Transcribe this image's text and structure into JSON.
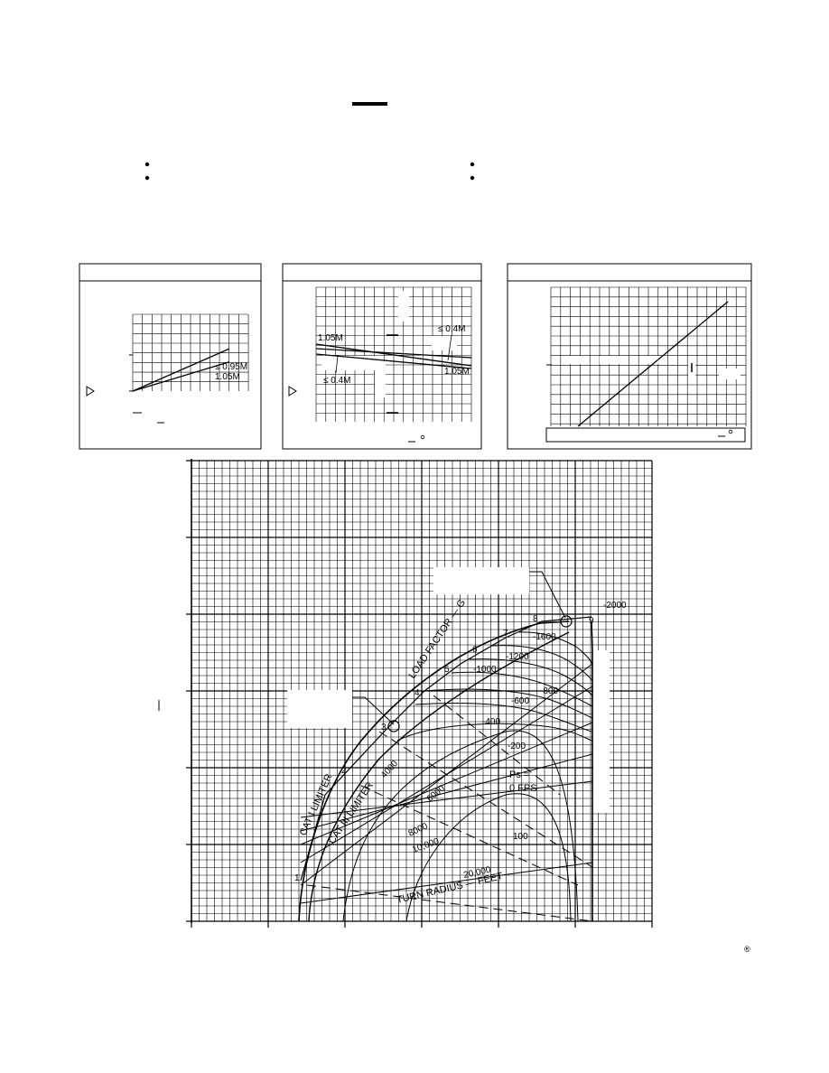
{
  "page": {
    "copyright_mark": "®"
  },
  "panel_left": {
    "labels": {
      "le95": "≤ 0.95M",
      "m105": "1.05M"
    },
    "series": [
      {
        "name": "≤ 0.95M",
        "points": [
          [
            0,
            0
          ],
          [
            10,
            0.55
          ]
        ]
      },
      {
        "name": "1.05M",
        "points": [
          [
            0,
            0
          ],
          [
            10,
            0.38
          ]
        ]
      }
    ]
  },
  "panel_mid": {
    "labels": {
      "m105_left": "1.05M",
      "le04_top": "≤ 0.4M",
      "m105_right": "1.05M",
      "le04_bot": "≤ 0.4M"
    }
  },
  "panel_right": {},
  "main_chart": {
    "chart_data": {
      "type": "line",
      "title": "",
      "x_range": [
        0,
        12
      ],
      "y_range": [
        0,
        12
      ],
      "load_factor_labels": [
        "1",
        "2",
        "3",
        "4",
        "5",
        "6",
        "7",
        "8",
        "9"
      ],
      "ps_contour_labels": [
        "-2000",
        "-1600",
        "-1200",
        "-1000",
        "-800",
        "-600",
        "-400",
        "-200"
      ],
      "turn_radius_labels": [
        "4000",
        "6000",
        "8000",
        "10,000",
        "20,000"
      ],
      "labels": {
        "load_factor": "LOAD FACTOR — G",
        "cat1": "CAT I LIMITER",
        "cat3": "CAT III LIMITER",
        "ps1": "Ps =",
        "ps2": "0 FPS",
        "turn_radius": "TURN RADIUS — FEET",
        "v100": "100"
      }
    }
  }
}
